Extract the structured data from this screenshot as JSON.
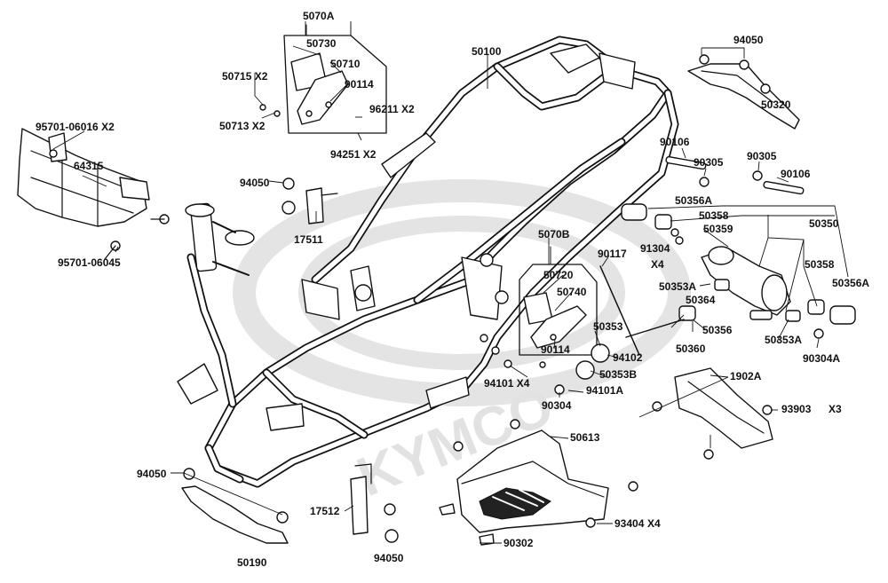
{
  "watermark": {
    "brand": "KYMCO"
  },
  "labels": {
    "l5070A": "5070A",
    "l50730": "50730",
    "l50710": "50710",
    "l90114a": "90114",
    "l50715": "50715 X2",
    "l50713": "50713 X2",
    "l96211": "96211 X2",
    "l94251": "94251 X2",
    "l50100": "50100",
    "l94050a": "94050",
    "l50320": "50320",
    "l95701a": "95701-06016 X2",
    "l64315": "64315",
    "l94050b": "94050",
    "l17511": "17511",
    "l95701b": "95701-06045",
    "l90106a": "90106",
    "l90305a": "90305",
    "l90305b": "90305",
    "l90106b": "90106",
    "l50356Aa": "50356A",
    "l50358a": "50358",
    "l50359": "50359",
    "l50350": "50350",
    "l91304": "91304",
    "l91304x": "X4",
    "l50358b": "50358",
    "l50353Aa": "50353A",
    "l50356Ab": "50356A",
    "l50364": "50364",
    "l50356": "50356",
    "l50353Ab": "50353A",
    "l50360": "50360",
    "l90304A": "90304A",
    "l5070B": "5070B",
    "l90117": "90117",
    "l50720": "50720",
    "l50740": "50740",
    "l90114b": "90114",
    "l50353": "50353",
    "l94102": "94102",
    "l94101": "94101 X4",
    "l50353B": "50353B",
    "l94101A": "94101A",
    "l90304": "90304",
    "l1902A": "1902A",
    "l93903": "93903",
    "l93903x": "X3",
    "l50613": "50613",
    "l94050c": "94050",
    "l17512": "17512",
    "l93404": "93404",
    "l93404x": "X4",
    "l90302": "90302",
    "l50190": "50190",
    "l94050d": "94050"
  }
}
